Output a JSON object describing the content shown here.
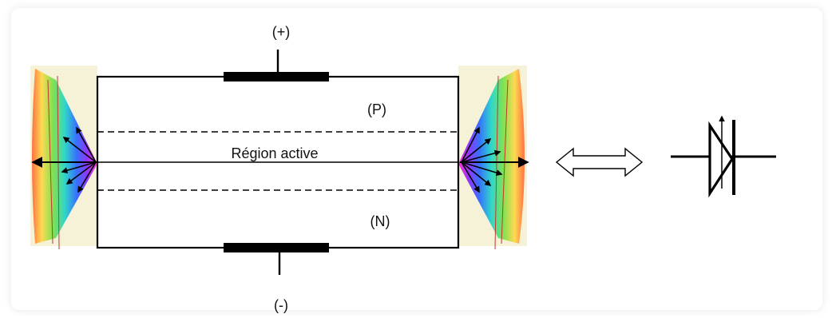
{
  "diagram": {
    "terminals": {
      "positive": "(+)",
      "negative": "(-)"
    },
    "layers": {
      "p_layer": "(P)",
      "active_region": "Région active",
      "n_layer": "(N)"
    },
    "colors": {
      "outline": "#000000",
      "equivalence_arrow_fill": "#ffffff"
    }
  }
}
